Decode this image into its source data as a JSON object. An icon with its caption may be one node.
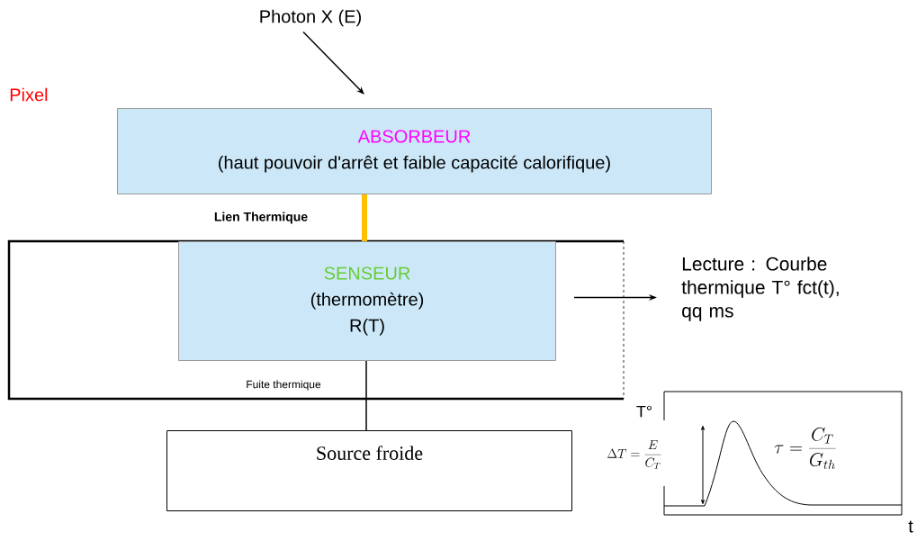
{
  "diagram": {
    "nodes": [
      {
        "text": [
          "Pixel"
        ]
      },
      {
        "text": [
          "Photon X (E)"
        ]
      },
      {
        "text": [
          "ABSORBEUR",
          "(haut pouvoir d'arrêt et faible capacité calorifique)"
        ]
      },
      {
        "text": [
          "SENSEUR",
          "(thermomètre)",
          "R(T)"
        ],
        "in": 0
      },
      {
        "text": [
          "Lecture : Courbe thermique T° fct(t), qq ms"
        ]
      },
      {
        "text": [
          "Source froide"
        ]
      }
    ],
    "edges": [
      {
        "from": 1,
        "to": 2,
        "arrow": "to"
      },
      {
        "from": 2,
        "to": 3,
        "arrow": "none",
        "label": "Lien Thermique",
        "style": "thick",
        "color": "#ffc000"
      },
      {
        "from": 3,
        "to": 5,
        "arrow": "none",
        "label": "Fuite thermique"
      },
      {
        "from": 3,
        "to": 4,
        "arrow": "to"
      }
    ],
    "labels": [
      "T°",
      "\\Delta T = \\frac{E}{C_T}",
      "\\tau = \\frac{C_T}{G_{th}}",
      "t"
    ]
  }
}
